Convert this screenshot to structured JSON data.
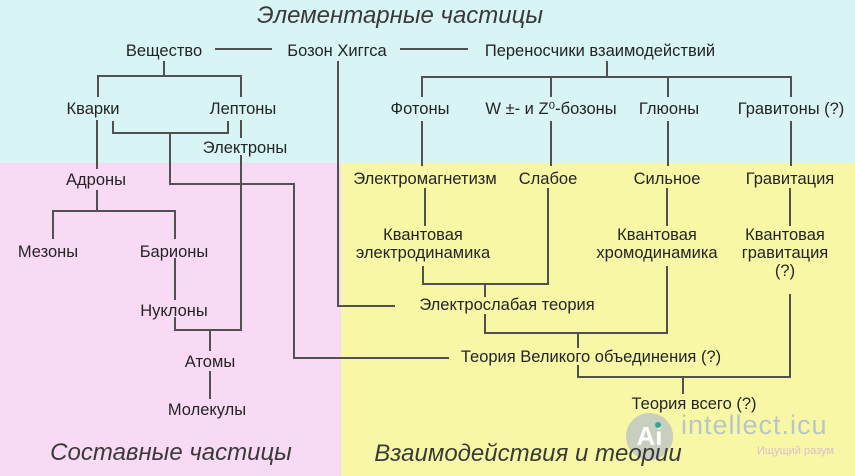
{
  "diagram": {
    "title": "Элементарные частицы",
    "section_left_title": "Составные частицы",
    "section_right_title": "Взаимодействия и теории",
    "colors": {
      "elementary_bg": "#d9f4f4",
      "composite_bg": "#f9daf4",
      "interactions_bg": "#f7f7a6",
      "line": "#515151",
      "text": "#242424"
    },
    "nodes": {
      "matter": "Вещество",
      "higgs": "Бозон Хиггса",
      "carriers": "Переносчики взаимодействий",
      "quarks": "Кварки",
      "leptons": "Лептоны",
      "electrons": "Электроны",
      "photons": "Фотоны",
      "wz_bosons": "W ±- и Z⁰-бозоны",
      "gluons": "Глюоны",
      "gravitons": "Гравитоны (?)",
      "hadrons": "Адроны",
      "mesons": "Мезоны",
      "baryons": "Барионы",
      "nucleons": "Нуклоны",
      "atoms": "Атомы",
      "molecules": "Молекулы",
      "electromagnetism": "Электромагнетизм",
      "weak": "Слабое",
      "strong": "Сильное",
      "gravitation": "Гравитация",
      "qed": "Квантовая электродинамика",
      "qcd": "Квантовая хромодинамика",
      "quantum_gravity": "Квантовая гравитация (?)",
      "electroweak": "Электрослабая теория",
      "gut": "Теория Великого объединения (?)",
      "toe": "Теория всего (?)"
    },
    "watermark": {
      "logo_text": "Аi",
      "site": "intellect.icu",
      "tagline": "Ищущий разум"
    }
  }
}
